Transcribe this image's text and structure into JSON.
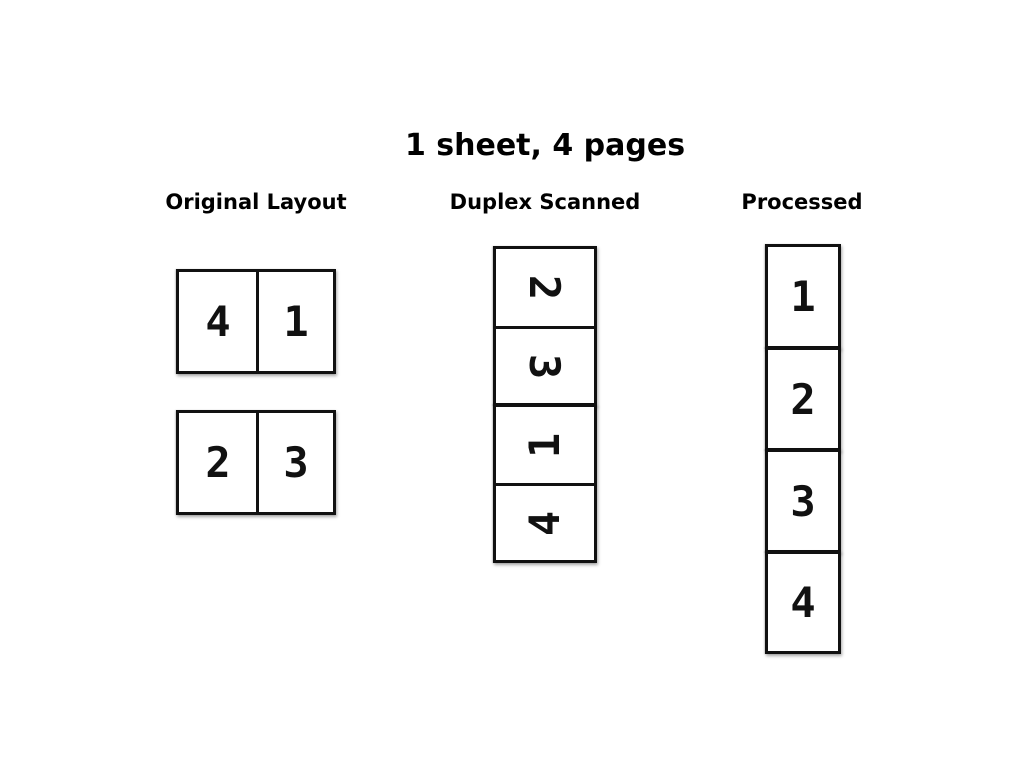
{
  "title": "1 sheet, 4 pages",
  "columns": {
    "original": {
      "heading": "Original Layout",
      "top_sheet": [
        "4",
        "1"
      ],
      "bottom_sheet": [
        "2",
        "3"
      ]
    },
    "duplex": {
      "heading": "Duplex Scanned",
      "upper_pair": [
        "2",
        "3"
      ],
      "lower_pair": [
        "1",
        "4"
      ]
    },
    "processed": {
      "heading": "Processed",
      "pages": [
        "1",
        "2",
        "3",
        "4"
      ]
    }
  }
}
